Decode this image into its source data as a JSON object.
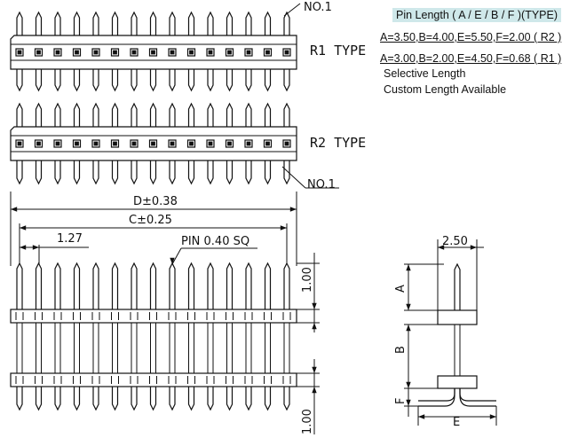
{
  "notes": {
    "header": "Pin Length ( A / E / B / F )(TYPE)",
    "r2_spec": "A=3.50,B=4.00,E=5.50,F=2.00 ( R2 )",
    "r1_spec": "A=3.00,B=2.00,E=4.50,F=0.68 ( R1 )",
    "selective": "Selective Length",
    "custom": "Custom Length Available"
  },
  "labels": {
    "no1_top": "NO.1",
    "no1_bottom": "NO.1",
    "r1_type": "R1  TYPE",
    "r2_type": "R2  TYPE",
    "dim_d": "D±0.38",
    "dim_c": "C±0.25",
    "dim_pitch": "1.27",
    "dim_pin": "PIN 0.40 SQ",
    "dim_1_00_top": "1.00",
    "dim_1_00_bottom": "1.00",
    "dim_2_50": "2.50",
    "dim_a": "A",
    "dim_b": "B",
    "dim_f": "F",
    "dim_e": "E"
  },
  "colors": {
    "line": "#111111",
    "header_bg": "#cfe8ea"
  }
}
